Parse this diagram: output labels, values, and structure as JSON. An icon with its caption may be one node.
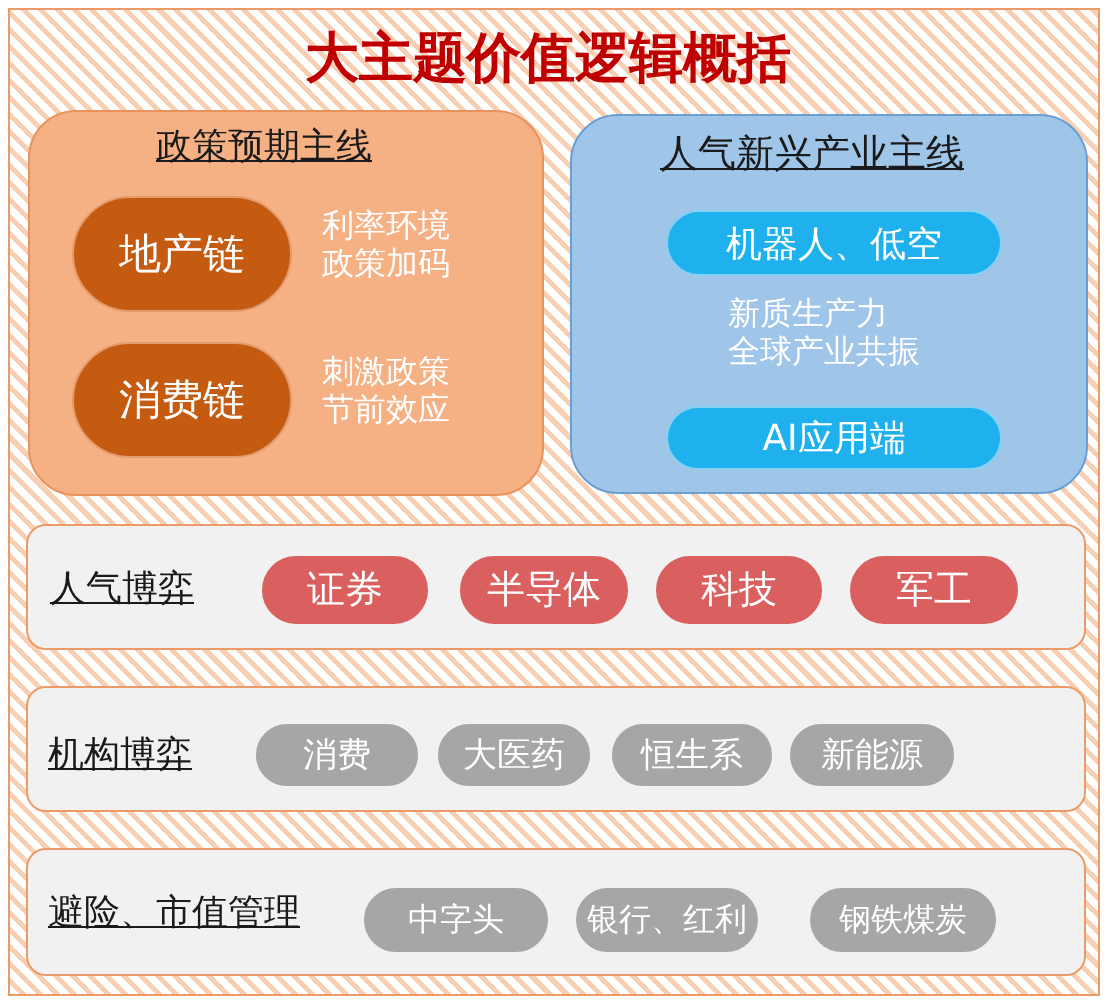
{
  "diagram": {
    "title": "大主题价值逻辑概括",
    "nodes": [
      {
        "text": [
          "政策预期主线"
        ]
      },
      {
        "text": [
          "地产链"
        ],
        "in": 0,
        "beside": [
          "利率环境",
          "政策加码"
        ]
      },
      {
        "text": [
          "消费链"
        ],
        "in": 0,
        "beside": [
          "刺激政策",
          "节前效应"
        ]
      },
      {
        "text": [
          "人气新兴产业主线",
          "新质生产力",
          "全球产业共振"
        ]
      },
      {
        "text": [
          "机器人、低空"
        ],
        "in": 3
      },
      {
        "text": [
          "AI应用端"
        ],
        "in": 3
      },
      {
        "text": [
          "人气博弈"
        ]
      },
      {
        "text": [
          "证券"
        ],
        "in": 6
      },
      {
        "text": [
          "半导体"
        ],
        "in": 6
      },
      {
        "text": [
          "科技"
        ],
        "in": 6
      },
      {
        "text": [
          "军工"
        ],
        "in": 6
      },
      {
        "text": [
          "机构博弈"
        ]
      },
      {
        "text": [
          "消费"
        ],
        "in": 11
      },
      {
        "text": [
          "大医药"
        ],
        "in": 11
      },
      {
        "text": [
          "恒生系"
        ],
        "in": 11
      },
      {
        "text": [
          "新能源"
        ],
        "in": 11
      },
      {
        "text": [
          "避险、市值管理"
        ]
      },
      {
        "text": [
          "中字头"
        ],
        "in": 16
      },
      {
        "text": [
          "银行、红利"
        ],
        "in": 16
      },
      {
        "text": [
          "钢铁煤炭"
        ],
        "in": 16
      }
    ]
  }
}
